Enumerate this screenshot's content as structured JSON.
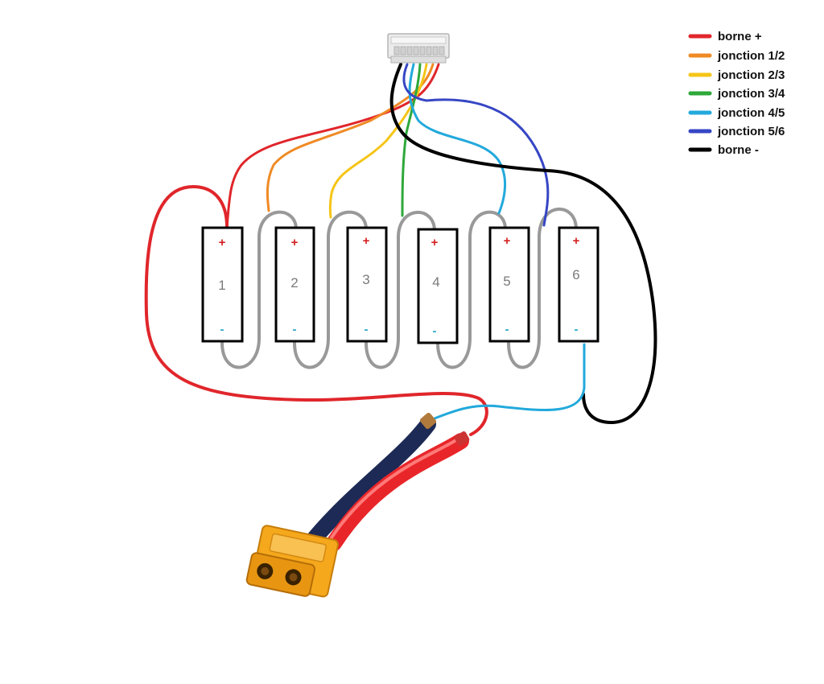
{
  "colors": {
    "borne_plus": "#e0262b",
    "jonction_1_2": "#f08a24",
    "jonction_2_3": "#f5c518",
    "jonction_3_4": "#2ea83a",
    "jonction_4_5": "#22a9dc",
    "jonction_5_6": "#3646c4",
    "borne_minus": "#000000",
    "series_link": "#999999",
    "connector_body": "#f5a81c"
  },
  "legend": [
    {
      "label": "borne +",
      "color_key": "borne_plus"
    },
    {
      "label": "jonction 1/2",
      "color_key": "jonction_1_2"
    },
    {
      "label": "jonction 2/3",
      "color_key": "jonction_2_3"
    },
    {
      "label": "jonction 3/4",
      "color_key": "jonction_3_4"
    },
    {
      "label": "jonction 4/5",
      "color_key": "jonction_4_5"
    },
    {
      "label": "jonction 5/6",
      "color_key": "jonction_5_6"
    },
    {
      "label": "borne -",
      "color_key": "borne_minus"
    }
  ],
  "cells": [
    {
      "number": "1",
      "plus": "+",
      "minus": "-"
    },
    {
      "number": "2",
      "plus": "+",
      "minus": "-"
    },
    {
      "number": "3",
      "plus": "+",
      "minus": "-"
    },
    {
      "number": "4",
      "plus": "+",
      "minus": "-"
    },
    {
      "number": "5",
      "plus": "+",
      "minus": "-"
    },
    {
      "number": "6",
      "plus": "+",
      "minus": "-"
    }
  ]
}
